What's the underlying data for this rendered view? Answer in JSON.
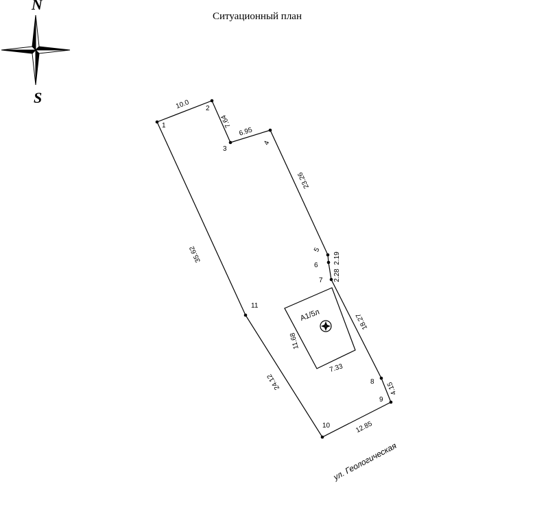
{
  "title": "Ситуационный план",
  "compass": {
    "north": "N",
    "south": "S"
  },
  "points": [
    "1",
    "2",
    "3",
    "4",
    "5",
    "6",
    "7",
    "8",
    "9",
    "10",
    "11"
  ],
  "dimensions": {
    "d1_2": "10.0",
    "d2_3": "7.64",
    "d3_4": "6.95",
    "d4_5": "23.26",
    "d5_6": "2.19",
    "d6_7": "2.28",
    "d7_8": "18.27",
    "d8_9": "4.15",
    "d9_10": "12.85",
    "d10_11": "24.12",
    "d11_1": "35.62"
  },
  "building": {
    "label": "А1/5л",
    "width": "7.33",
    "length": "11.68"
  },
  "street": "ул. Геологическая"
}
